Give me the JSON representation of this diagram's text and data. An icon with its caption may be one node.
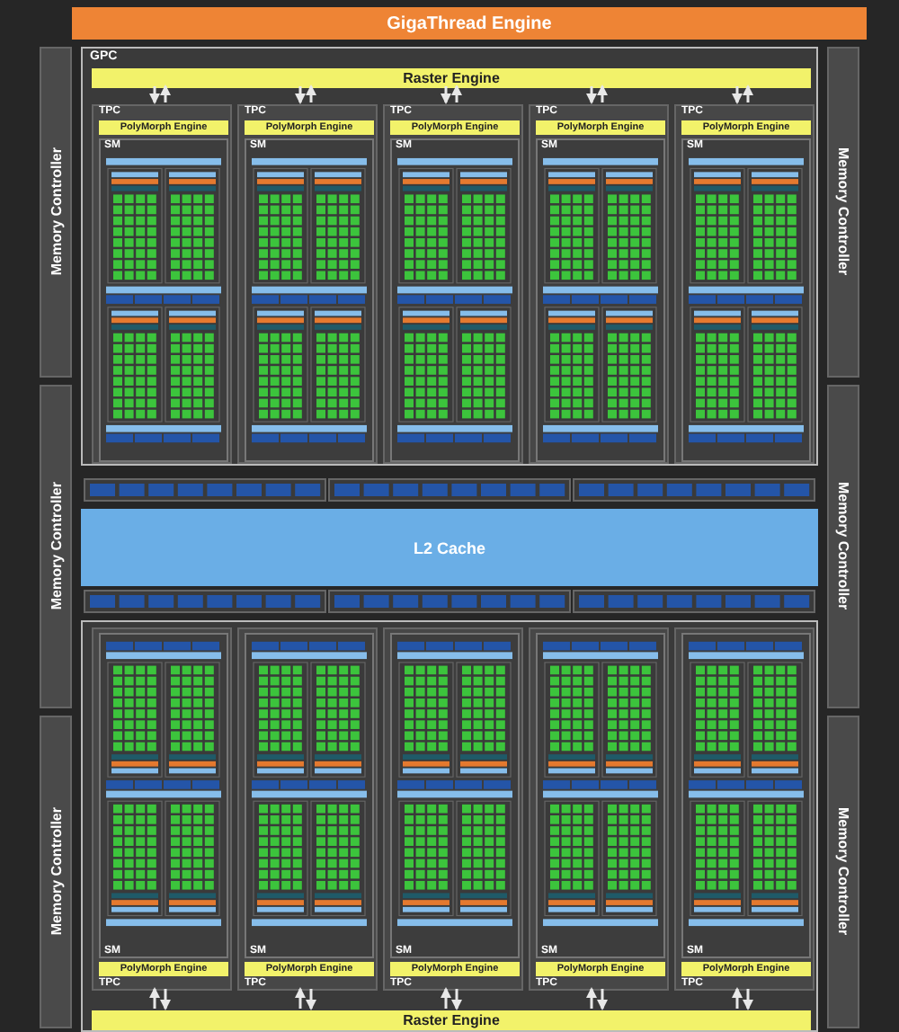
{
  "diagram": {
    "nodes": [
      {
        "text": [
          "GigaThread Engine"
        ]
      },
      {
        "text": [
          "Memory Controller"
        ]
      },
      {
        "text": [
          "Memory Controller"
        ]
      },
      {
        "text": [
          "Memory Controller"
        ]
      },
      {
        "text": [
          "Memory Controller"
        ]
      },
      {
        "text": [
          "Memory Controller"
        ]
      },
      {
        "text": [
          "Memory Controller"
        ]
      },
      {
        "text": [
          "GPC"
        ]
      },
      {
        "text": [
          "Raster Engine"
        ],
        "in": 7
      },
      {
        "text": [
          "TPC"
        ],
        "in": 7
      },
      {
        "text": [
          "PolyMorph Engine"
        ],
        "in": 9
      },
      {
        "text": [
          "SM"
        ],
        "in": 9
      },
      {
        "text": [
          "TPC"
        ],
        "in": 7
      },
      {
        "text": [
          "PolyMorph Engine"
        ],
        "in": 12
      },
      {
        "text": [
          "SM"
        ],
        "in": 12
      },
      {
        "text": [
          "TPC"
        ],
        "in": 7
      },
      {
        "text": [
          "PolyMorph Engine"
        ],
        "in": 15
      },
      {
        "text": [
          "SM"
        ],
        "in": 15
      },
      {
        "text": [
          "TPC"
        ],
        "in": 7
      },
      {
        "text": [
          "PolyMorph Engine"
        ],
        "in": 18
      },
      {
        "text": [
          "SM"
        ],
        "in": 18
      },
      {
        "text": [
          "TPC"
        ],
        "in": 7
      },
      {
        "text": [
          "PolyMorph Engine"
        ],
        "in": 21
      },
      {
        "text": [
          "SM"
        ],
        "in": 21
      },
      {
        "text": [
          "L2 Cache"
        ]
      },
      {
        "text": [],
        "shape": "box"
      },
      {
        "text": [
          "TPC"
        ],
        "in": 25
      },
      {
        "text": [
          "SM"
        ],
        "in": 26
      },
      {
        "text": [
          "PolyMorph Engine"
        ],
        "in": 26
      },
      {
        "text": [
          "TPC"
        ],
        "in": 25
      },
      {
        "text": [
          "SM"
        ],
        "in": 29
      },
      {
        "text": [
          "PolyMorph Engine"
        ],
        "in": 29
      },
      {
        "text": [
          "TPC"
        ],
        "in": 25
      },
      {
        "text": [
          "SM"
        ],
        "in": 32
      },
      {
        "text": [
          "PolyMorph Engine"
        ],
        "in": 32
      },
      {
        "text": [
          "TPC"
        ],
        "in": 25
      },
      {
        "text": [
          "SM"
        ],
        "in": 35
      },
      {
        "text": [
          "PolyMorph Engine"
        ],
        "in": 35
      },
      {
        "text": [
          "TPC"
        ],
        "in": 25
      },
      {
        "text": [
          "SM"
        ],
        "in": 38
      },
      {
        "text": [
          "PolyMorph Engine"
        ],
        "in": 38
      },
      {
        "text": [
          "Raster Engine"
        ],
        "in": 25
      }
    ],
    "edges": [
      {
        "from": 8,
        "to": 9,
        "arrow": "to"
      },
      {
        "from": 9,
        "to": 8,
        "arrow": "to"
      },
      {
        "from": 8,
        "to": 12,
        "arrow": "to"
      },
      {
        "from": 12,
        "to": 8,
        "arrow": "to"
      },
      {
        "from": 8,
        "to": 15,
        "arrow": "to"
      },
      {
        "from": 15,
        "to": 8,
        "arrow": "to"
      },
      {
        "from": 8,
        "to": 18,
        "arrow": "to"
      },
      {
        "from": 18,
        "to": 8,
        "arrow": "to"
      },
      {
        "from": 8,
        "to": 21,
        "arrow": "to"
      },
      {
        "from": 21,
        "to": 8,
        "arrow": "to"
      },
      {
        "from": 41,
        "to": 26,
        "arrow": "to"
      },
      {
        "from": 26,
        "to": 41,
        "arrow": "to"
      },
      {
        "from": 41,
        "to": 29,
        "arrow": "to"
      },
      {
        "from": 29,
        "to": 41,
        "arrow": "to"
      },
      {
        "from": 41,
        "to": 32,
        "arrow": "to"
      },
      {
        "from": 32,
        "to": 41,
        "arrow": "to"
      },
      {
        "from": 41,
        "to": 35,
        "arrow": "to"
      },
      {
        "from": 35,
        "to": 41,
        "arrow": "to"
      },
      {
        "from": 41,
        "to": 38,
        "arrow": "to"
      },
      {
        "from": 38,
        "to": 41,
        "arrow": "to"
      }
    ]
  }
}
